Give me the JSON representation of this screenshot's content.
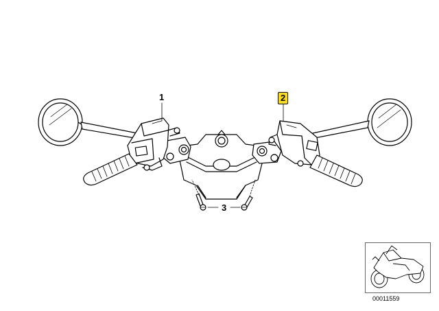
{
  "diagram": {
    "callouts": {
      "part1": "1",
      "part2": "2",
      "part3": "3"
    },
    "highlight_color": "#ffe100",
    "reference_number": "00011559"
  }
}
